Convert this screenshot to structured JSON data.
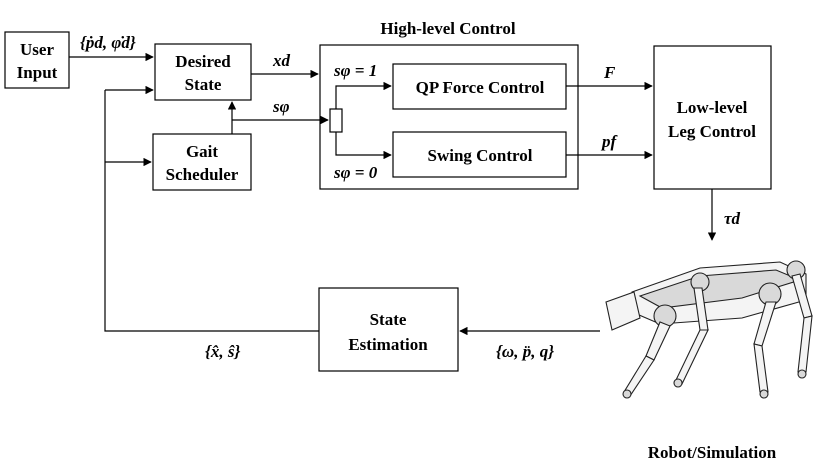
{
  "blocks": {
    "user_input": [
      "User",
      "Input"
    ],
    "desired_state": [
      "Desired",
      "State"
    ],
    "gait_scheduler": [
      "Gait",
      "Scheduler"
    ],
    "high_level_title": "High-level Control",
    "qp_force": "QP Force Control",
    "swing": "Swing Control",
    "low_level": [
      "Low-level",
      "Leg Control"
    ],
    "state_estimation": [
      "State",
      "Estimation"
    ],
    "robot_caption": "Robot/Simulation"
  },
  "signals": {
    "user_cmd": "{ṗd, φ̇d}",
    "x_d": "xd",
    "s_phi": "sφ",
    "s_phi_1": "sφ = 1",
    "s_phi_0": "sφ = 0",
    "F": "F",
    "p_f": "pf",
    "tau_d": "τd",
    "sensors": "{ω, p̈, q}",
    "estimate": "{x̂, ŝ}"
  }
}
